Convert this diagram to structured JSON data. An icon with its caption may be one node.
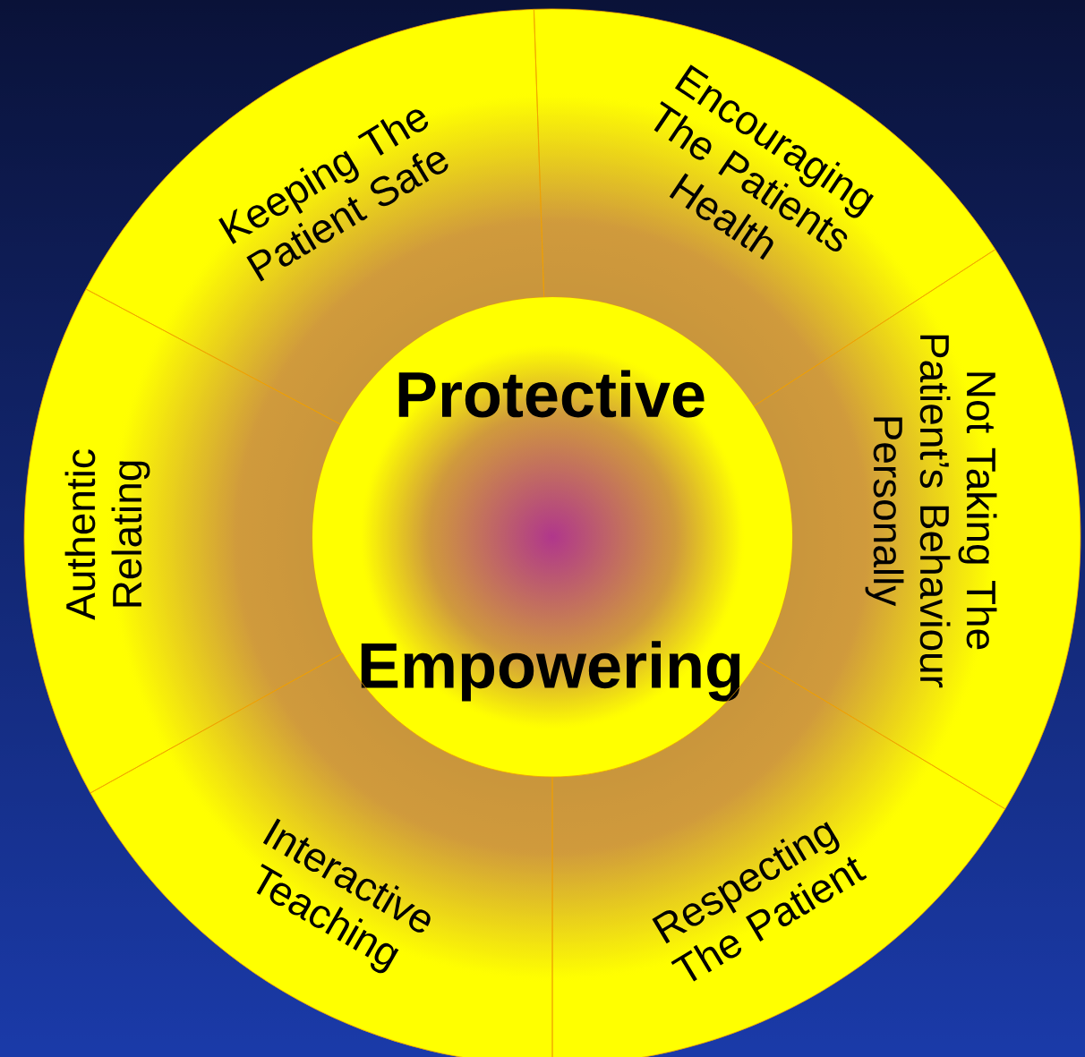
{
  "diagram": {
    "nodes": [
      {
        "text": [
          "Keeping The Patient Safe"
        ]
      },
      {
        "text": [
          "Encouraging The Patients Health"
        ]
      },
      {
        "text": [
          "Authentic Relating"
        ]
      },
      {
        "text": [
          "Not Taking The Patient’s Behaviour Personally"
        ]
      },
      {
        "text": [
          "Protective",
          "Empowering"
        ]
      },
      {
        "text": [
          "Interactive Teaching"
        ]
      },
      {
        "text": [
          "Respecting The Patient"
        ]
      }
    ]
  }
}
